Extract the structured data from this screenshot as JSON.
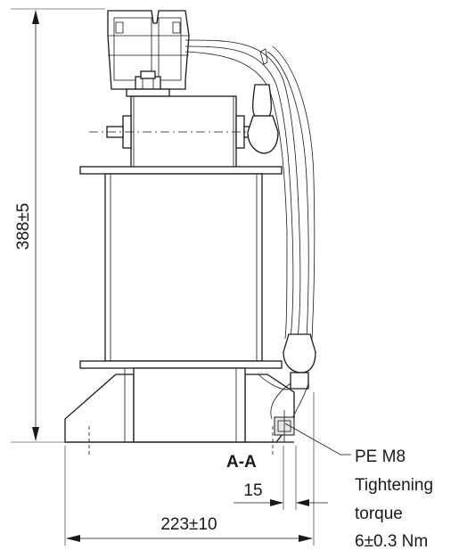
{
  "dimensions": {
    "height": "388±5",
    "width": "223±10",
    "gap": "15"
  },
  "section_label": "A-A",
  "callout": {
    "line1": "PE M8",
    "line2": "Tightening",
    "line3": "torque",
    "line4": "6±0.3 Nm"
  }
}
